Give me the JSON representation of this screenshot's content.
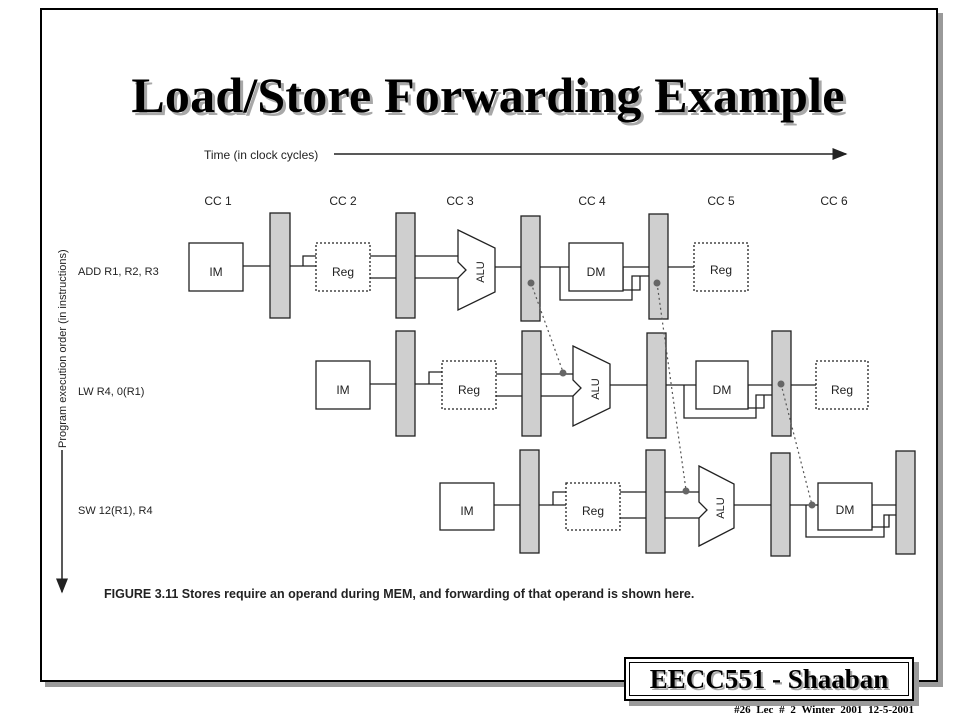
{
  "slide": {
    "title": "Load/Store Forwarding Example",
    "footer_badge": "EECC551 - Shaaban",
    "footer_line": "#26   Lec # 2   Winter 2001   12-5-2001"
  },
  "diagram": {
    "time_label": "Time (in clock cycles)",
    "y_axis_label": "Program execution order (in instructions)",
    "clock_cycles": [
      "CC 1",
      "CC 2",
      "CC 3",
      "CC 4",
      "CC 5",
      "CC 6"
    ],
    "instructions": [
      {
        "label": "ADD  R1, R2, R3",
        "stages": [
          "IM",
          "Reg",
          "ALU",
          "DM",
          "Reg"
        ]
      },
      {
        "label": "LW R4, 0(R1)",
        "stages": [
          "IM",
          "Reg",
          "ALU",
          "DM",
          "Reg"
        ]
      },
      {
        "label": "SW 12(R1), R4",
        "stages": [
          "IM",
          "Reg",
          "ALU",
          "DM"
        ]
      }
    ],
    "caption": "FIGURE 3.11  Stores require an operand during MEM, and forwarding of that operand is shown here."
  },
  "colors": {
    "text": "#000000",
    "shadow": "#a8a8a8",
    "pipeline_register": "#cfcfcf",
    "diagram_line": "#222222"
  }
}
